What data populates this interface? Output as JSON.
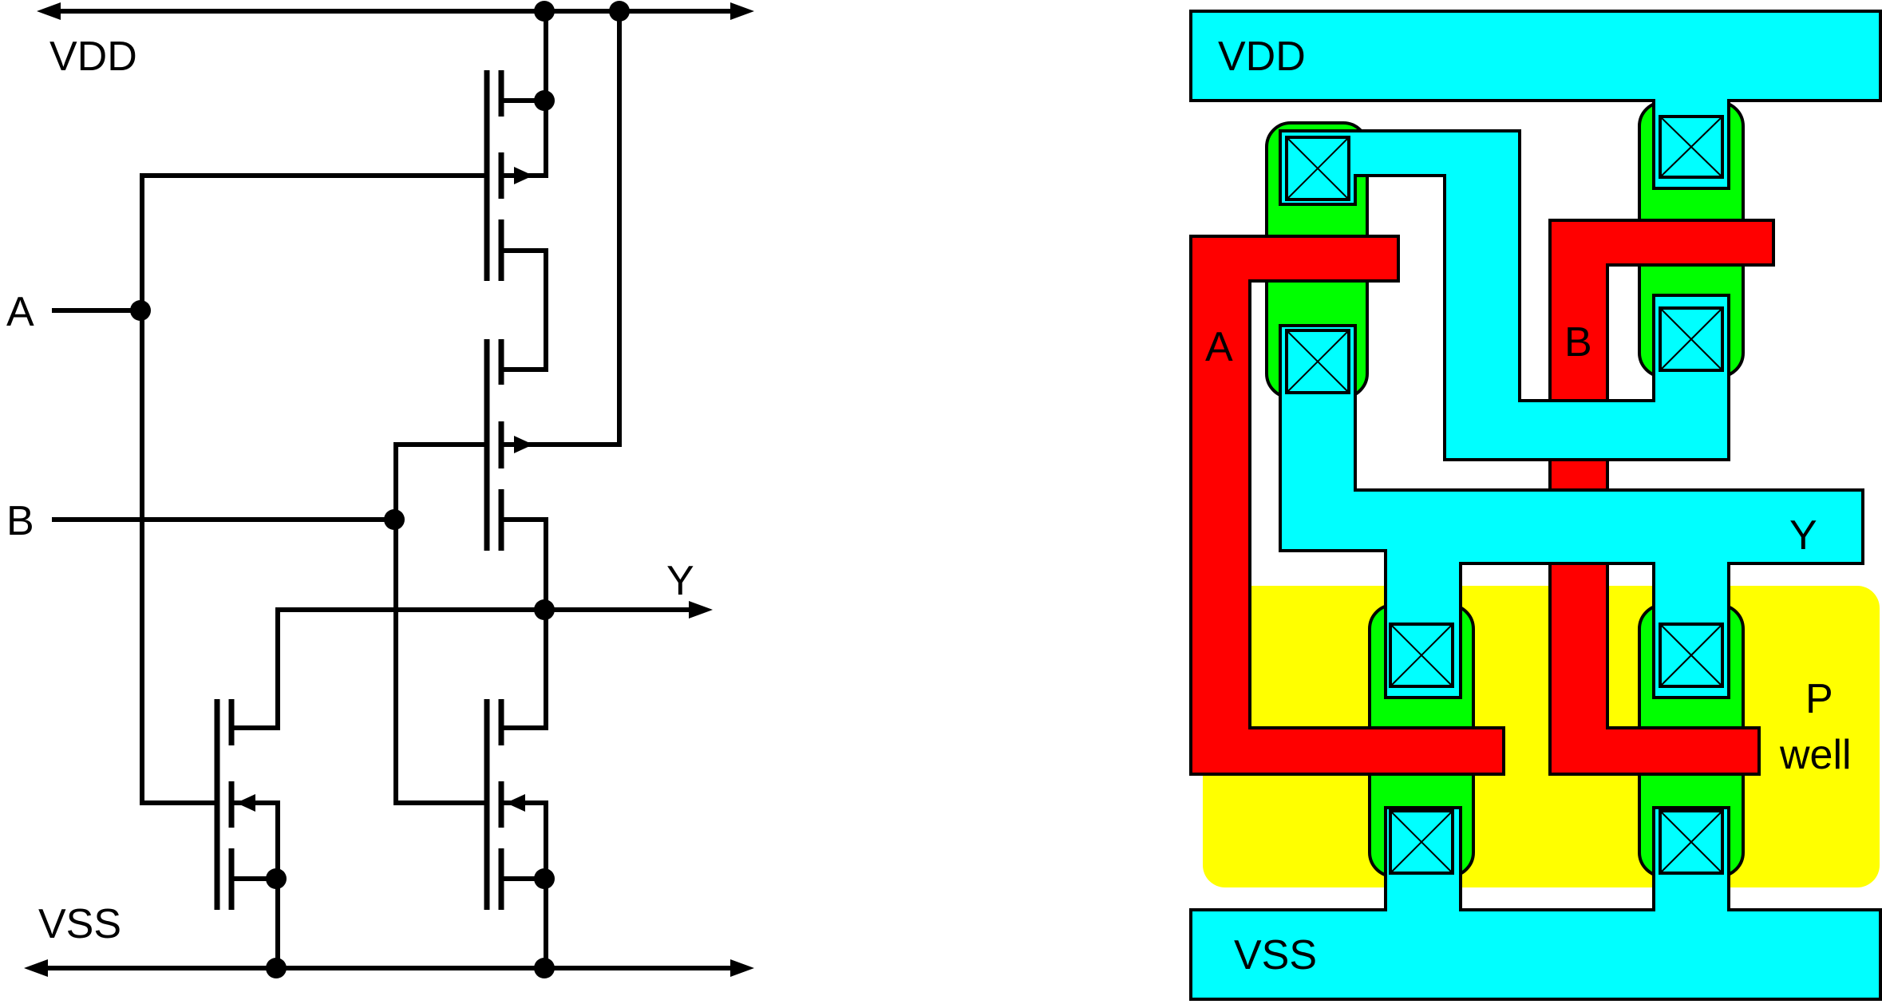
{
  "schematic": {
    "vdd_label": "VDD",
    "vss_label": "VSS",
    "input_a_label": "A",
    "input_b_label": "B",
    "output_y_label": "Y"
  },
  "layout": {
    "vdd_label": "VDD",
    "vss_label": "VSS",
    "input_a_label": "A",
    "input_b_label": "B",
    "output_y_label": "Y",
    "pwell_label_line1": "P",
    "pwell_label_line2": "well"
  },
  "colors": {
    "metal": "#00ffff",
    "poly": "#ff0000",
    "active": "#00ff00",
    "p_well": "#ffff00",
    "wire": "#000000"
  }
}
